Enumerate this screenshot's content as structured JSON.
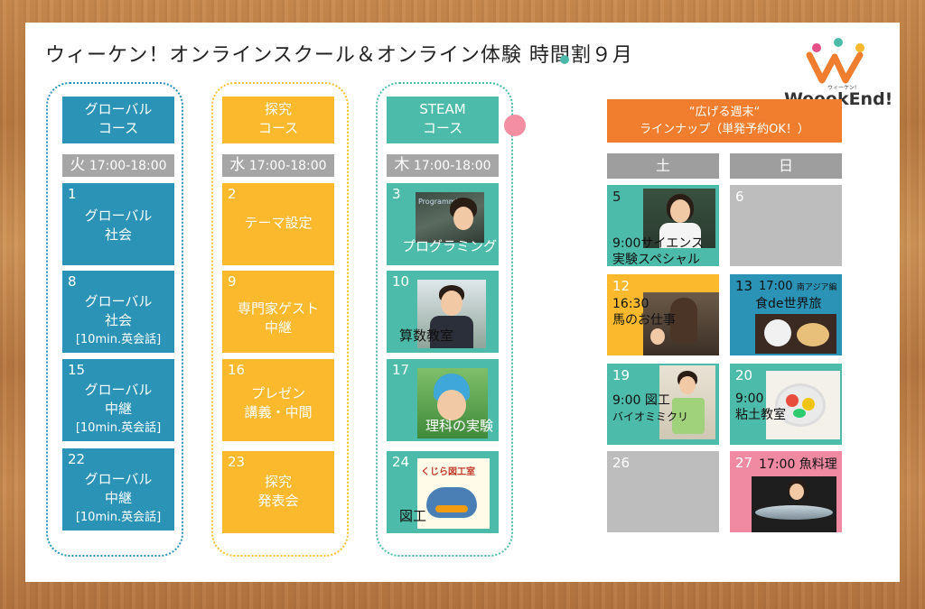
{
  "title": "ウィーケン！オンラインスクール＆オンライン体験 時間割９月",
  "logo": {
    "sub": "ウィーケン!",
    "text": "WeeekEnd!"
  },
  "courses": [
    {
      "head": [
        "グローバル",
        "コース"
      ],
      "day": {
        "d": "火",
        "time": "17:00-18:00"
      },
      "cells": [
        {
          "num": "1",
          "lines": [
            "グローバル",
            "社会"
          ]
        },
        {
          "num": "8",
          "lines": [
            "グローバル",
            "社会",
            "[10min.英会話]"
          ]
        },
        {
          "num": "15",
          "lines": [
            "グローバル",
            "中継",
            "[10min.英会話]"
          ]
        },
        {
          "num": "22",
          "lines": [
            "グローバル",
            "中継",
            "[10min.英会話]"
          ]
        }
      ]
    },
    {
      "head": [
        "探究",
        "コース"
      ],
      "day": {
        "d": "水",
        "time": "17:00-18:00"
      },
      "cells": [
        {
          "num": "2",
          "lines": [
            "テーマ設定"
          ]
        },
        {
          "num": "9",
          "lines": [
            "専門家ゲスト",
            "中継"
          ]
        },
        {
          "num": "16",
          "lines": [
            "プレゼン",
            "講義・中間"
          ]
        },
        {
          "num": "23",
          "lines": [
            "探究",
            "発表会"
          ]
        }
      ]
    },
    {
      "head": [
        "STEAM",
        "コース"
      ],
      "day": {
        "d": "木",
        "time": "17:00-18:00"
      },
      "cells": [
        {
          "num": "3",
          "label": "プログラミング",
          "photo_text": "Programming"
        },
        {
          "num": "10",
          "label": "算数教室"
        },
        {
          "num": "17",
          "label": "理科の実験"
        },
        {
          "num": "24",
          "label": "図工",
          "photo_text": "くじら図工室"
        }
      ]
    }
  ],
  "weekend": {
    "head": [
      "“広げる週末“",
      "ラインナップ（単発予約OK！）"
    ],
    "days": [
      "土",
      "日"
    ],
    "cells": [
      {
        "num": "5",
        "lines": [
          "9:00サイエンス",
          "実験スペシャル"
        ]
      },
      {
        "num": "6",
        "lines": []
      },
      {
        "num": "12",
        "lines": [
          "16:30",
          "馬のお仕事"
        ]
      },
      {
        "num": "13",
        "time": "17:00",
        "tag": "南アジア編",
        "lines": [
          "食de世界旅"
        ]
      },
      {
        "num": "19",
        "lines": [
          "9:00 図工",
          "バイオミミクリ"
        ]
      },
      {
        "num": "20",
        "lines": [
          "9:00",
          "粘土教室"
        ]
      },
      {
        "num": "26",
        "lines": []
      },
      {
        "num": "27",
        "lines": [
          "17:00 魚料理"
        ]
      }
    ]
  },
  "colors": {
    "global": "#2b93b6",
    "tankyu": "#fbb92e",
    "steam": "#4dbba9",
    "weekend": "#f07e2e",
    "gray": "#bdbdbd",
    "pink": "#f08aa3"
  }
}
